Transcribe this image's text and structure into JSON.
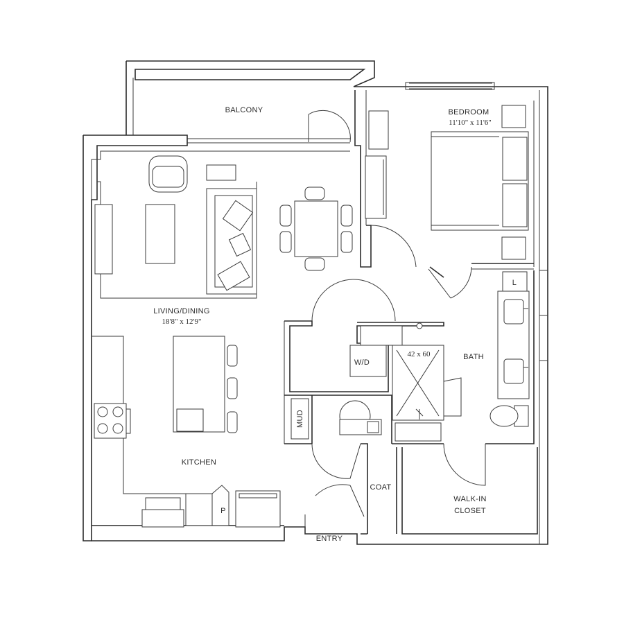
{
  "rooms": {
    "balcony": {
      "name": "BALCONY"
    },
    "bedroom": {
      "name": "BEDROOM",
      "size": "11'10\" x 11'6\""
    },
    "living_dining": {
      "name": "LIVING/DINING",
      "size": "18'8\" x 12'9\""
    },
    "bath": {
      "name": "BATH"
    },
    "kitchen": {
      "name": "KITCHEN"
    },
    "coat": {
      "name": "COAT"
    },
    "walk_in_closet": {
      "name_line1": "WALK-IN",
      "name_line2": "CLOSET"
    },
    "entry": {
      "name": "ENTRY"
    }
  },
  "fixtures": {
    "washer_dryer": "W/D",
    "mud": "MUD",
    "shower_size": "42 x 60",
    "linen": "L",
    "pantry": "P"
  }
}
